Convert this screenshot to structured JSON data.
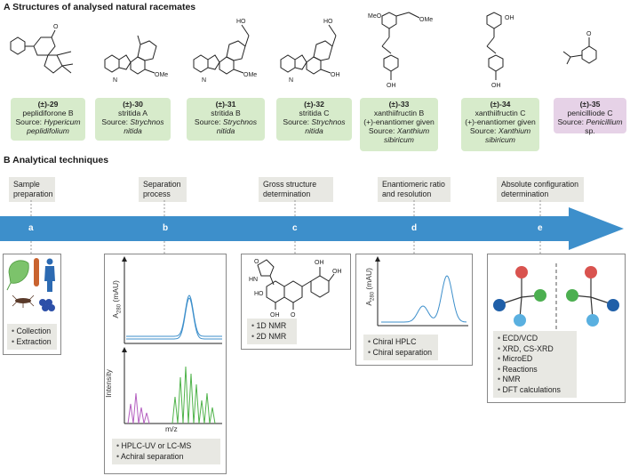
{
  "section_a": {
    "letter": "A",
    "title": "Structures of analysed natural racemates"
  },
  "compounds": [
    {
      "id": "(±)-29",
      "name": "peplidiforone B",
      "source_label": "Source:",
      "source": "Hypericum peplidifolium",
      "color": "#d7ebcb"
    },
    {
      "id": "(±)-30",
      "name": "stritida A",
      "source_label": "Source:",
      "source": "Strychnos nitida",
      "color": "#d7ebcb"
    },
    {
      "id": "(±)-31",
      "name": "stritida B",
      "source_label": "Source:",
      "source": "Strychnos nitida",
      "color": "#d7ebcb"
    },
    {
      "id": "(±)-32",
      "name": "stritida C",
      "source_label": "Source:",
      "source": "Strychnos nitida",
      "color": "#d7ebcb"
    },
    {
      "id": "(±)-33",
      "name": "xanthiifructin B",
      "note": "(+)-enantiomer given",
      "source_label": "Source:",
      "source": "Xanthium sibiricum",
      "color": "#d7ebcb"
    },
    {
      "id": "(±)-34",
      "name": "xanthiifructin C",
      "note": "(+)-enantiomer given",
      "source_label": "Source:",
      "source": "Xanthium sibiricum",
      "color": "#d7ebcb"
    },
    {
      "id": "(±)-35",
      "name": "penicilliode C",
      "source_label": "Source:",
      "source": "Penicillium",
      "source_suffix": " sp.",
      "color": "#e6d2e7"
    }
  ],
  "struct_labels": {
    "h": "H",
    "nh": "N",
    "n": "N",
    "o": "O",
    "oh": "OH",
    "ho": "HO",
    "ome": "OMe",
    "meo": "MeO"
  },
  "section_b": {
    "letter": "B",
    "title": "Analytical techniques"
  },
  "steps": [
    {
      "letter": "a",
      "title_l1": "Sample",
      "title_l2": "preparation"
    },
    {
      "letter": "b",
      "title_l1": "Separation",
      "title_l2": "process"
    },
    {
      "letter": "c",
      "title_l1": "Gross structure",
      "title_l2": "determination"
    },
    {
      "letter": "d",
      "title_l1": "Enantiomeric ratio",
      "title_l2": "and resolution"
    },
    {
      "letter": "e",
      "title_l1": "Absolute configuration",
      "title_l2": "determination"
    }
  ],
  "panel_a": {
    "bullets": [
      "Collection",
      "Extraction"
    ]
  },
  "panel_b": {
    "ylabel_top": "A",
    "ylabel_top_sub": "280",
    "ylabel_top_unit": "(mAU)",
    "ylabel_bottom": "Intensity",
    "xlabel_bottom": "m/z",
    "bullets": [
      "HPLC-UV or LC-MS",
      "Achiral separation"
    ]
  },
  "panel_c": {
    "bullets": [
      "1D NMR",
      "2D NMR"
    ]
  },
  "panel_d": {
    "ylabel": "A",
    "ylabel_sub": "280",
    "ylabel_unit": "(mAU)",
    "bullets": [
      "Chiral HPLC",
      "Chiral separation"
    ]
  },
  "panel_e": {
    "bullets": [
      "ECD/VCD",
      "XRD, CS-XRD",
      "MicroED",
      "Reactions",
      "NMR",
      "DFT calculations"
    ]
  },
  "colors": {
    "arrow": "#3d8fcb",
    "green_card": "#d7ebcb",
    "purple_card": "#e6d2e7",
    "grey_box": "#e8e8e3",
    "trace_blue": "#3d8fcb",
    "ms_purple": "#b45fc0",
    "ms_green": "#4fb34a",
    "atom_red": "#d9534f",
    "atom_green": "#4caf50",
    "atom_blue": "#1f5fa8",
    "atom_lightblue": "#5ab0e0"
  }
}
